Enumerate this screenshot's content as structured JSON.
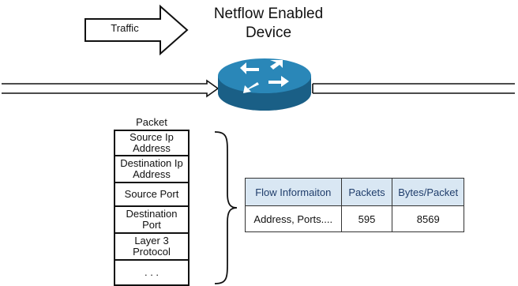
{
  "device": {
    "title_line1": "Netflow Enabled",
    "title_line2": "Device",
    "icon": "router-icon"
  },
  "traffic": {
    "label": "Traffic",
    "icon": "right-arrow-icon"
  },
  "packet": {
    "title": "Packet",
    "fields": [
      "Source Ip Address",
      "Destination Ip Address",
      "Source Port",
      "Destination Port",
      "Layer 3 Protocol",
      ". . ."
    ]
  },
  "flow_table": {
    "headers": [
      "Flow Informaiton",
      "Packets",
      "Bytes/Packet"
    ],
    "rows": [
      [
        "Address, Ports....",
        "595",
        "8569"
      ]
    ]
  },
  "colors": {
    "router_top": "#2a87b8",
    "router_side": "#1a5f86",
    "table_header_bg": "#d9e7f3",
    "table_header_text": "#1f3d6b"
  }
}
